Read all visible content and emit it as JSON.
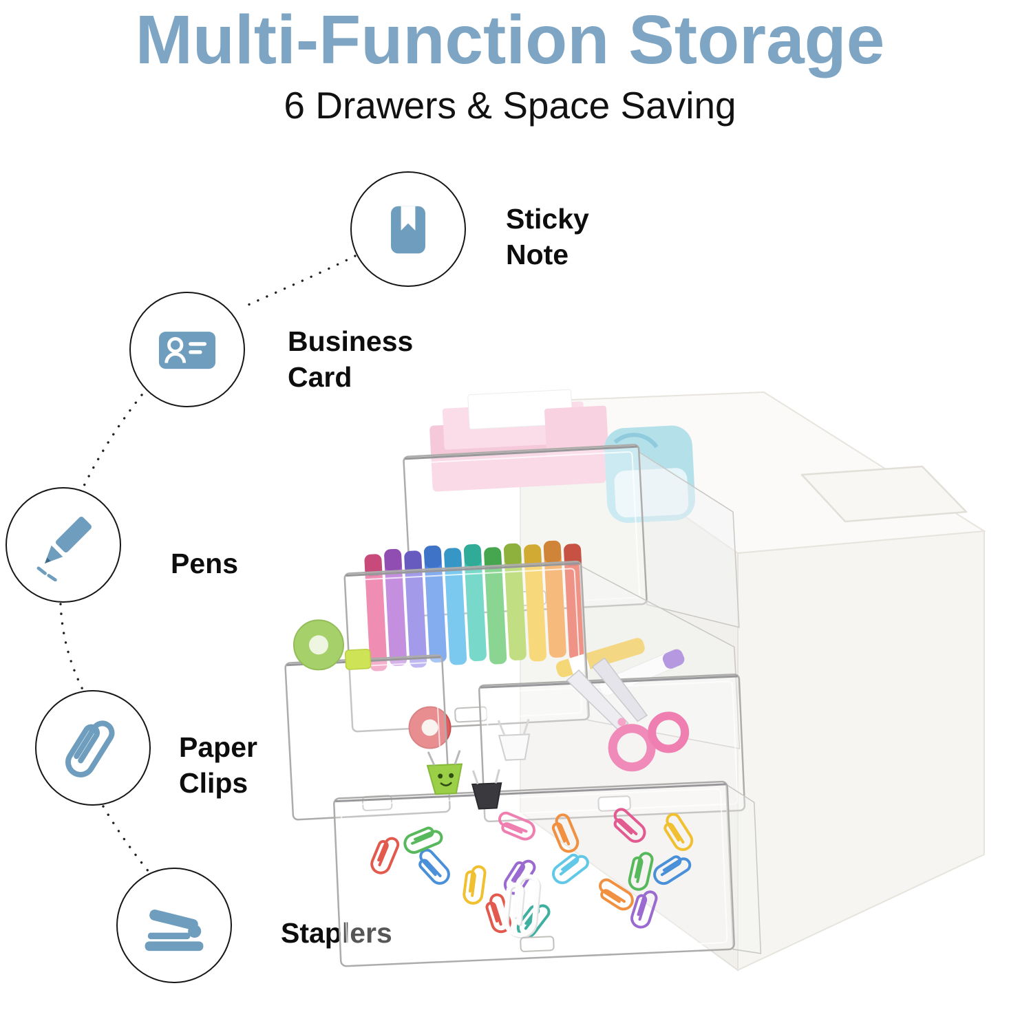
{
  "header": {
    "title": "Multi-Function Storage",
    "subtitle": "6 Drawers & Space Saving"
  },
  "features": [
    {
      "label": "Sticky Note",
      "icon": "sticky-note-icon"
    },
    {
      "label": "Business Card",
      "icon": "business-card-icon"
    },
    {
      "label": "Pens",
      "icon": "pencil-icon"
    },
    {
      "label": "Paper Clips",
      "icon": "paperclip-icon"
    },
    {
      "label": "Staplers",
      "icon": "stapler-icon"
    }
  ],
  "colors": {
    "accent": "#7EA6C4",
    "icon_blue": "#6E9DBE",
    "text": "#111111"
  }
}
